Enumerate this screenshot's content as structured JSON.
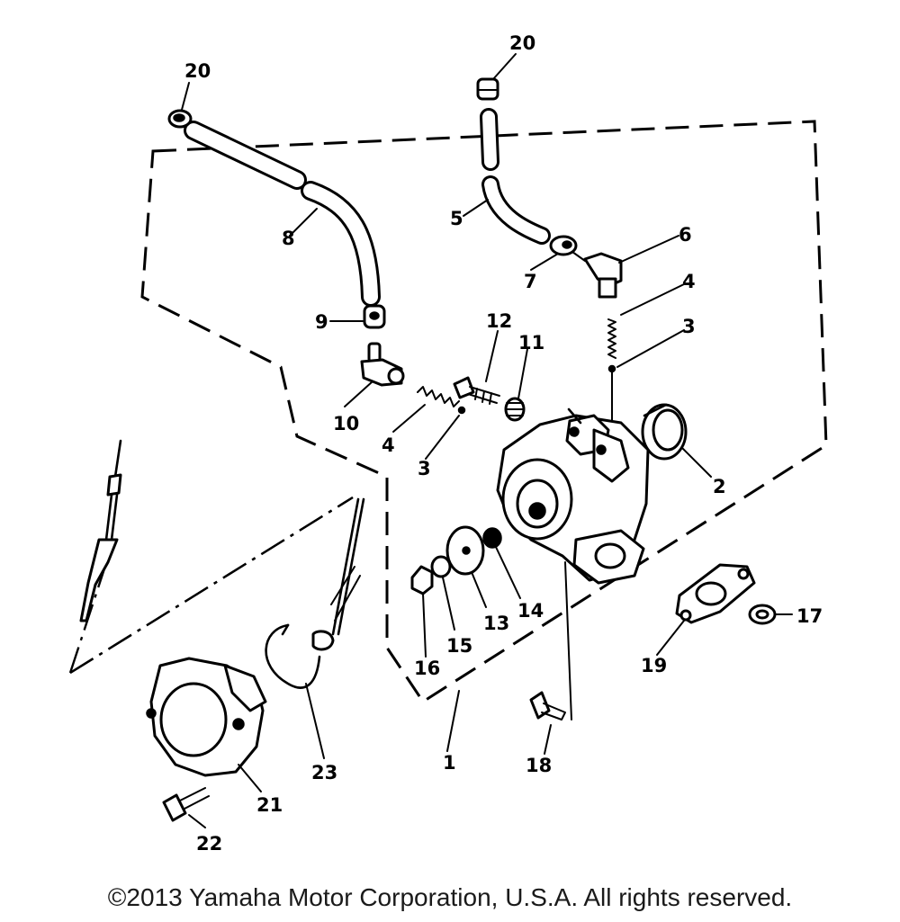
{
  "callouts": [
    "1",
    "2",
    "3",
    "3",
    "4",
    "4",
    "5",
    "6",
    "7",
    "8",
    "9",
    "10",
    "11",
    "12",
    "13",
    "14",
    "15",
    "16",
    "17",
    "18",
    "19",
    "20",
    "20",
    "21",
    "22",
    "23"
  ],
  "copyright": "©2013 Yamaha Motor Corporation, U.S.A. All rights reserved."
}
